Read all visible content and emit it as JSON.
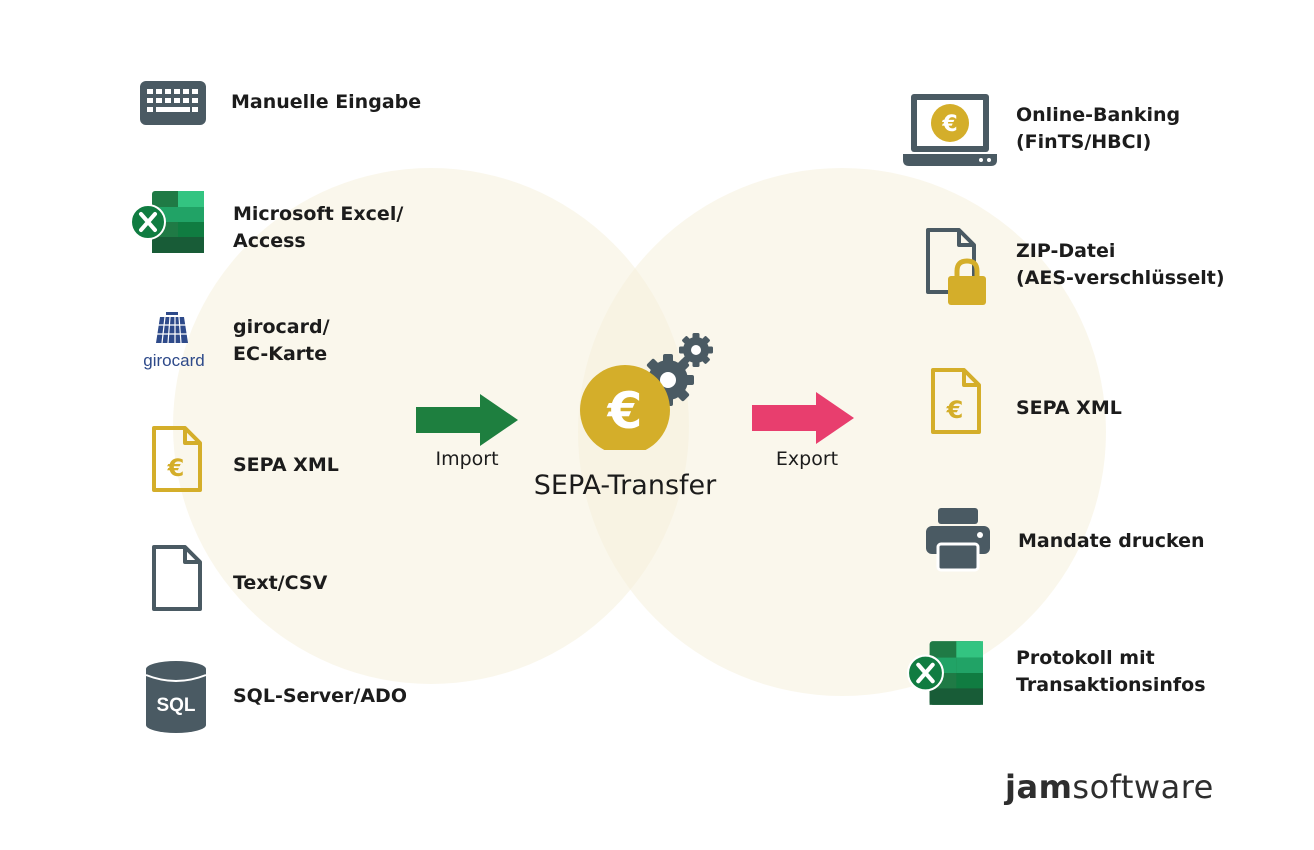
{
  "import": {
    "arrow_label": "Import",
    "sources": [
      {
        "lines": [
          "Manuelle Eingabe"
        ],
        "icon": "keyboard-icon"
      },
      {
        "lines": [
          "Microsoft Excel/",
          "Access"
        ],
        "icon": "excel-icon"
      },
      {
        "lines": [
          "girocard/",
          "EC-Karte"
        ],
        "icon": "girocard-icon",
        "icon_text": "girocard"
      },
      {
        "lines": [
          "SEPA XML"
        ],
        "icon": "sepa-xml-file-icon"
      },
      {
        "lines": [
          "Text/CSV"
        ],
        "icon": "text-file-icon"
      },
      {
        "lines": [
          "SQL-Server/ADO"
        ],
        "icon": "database-icon",
        "icon_text": "SQL"
      }
    ]
  },
  "center": {
    "title": "SEPA-Transfer",
    "icon": "euro-gears-icon"
  },
  "export": {
    "arrow_label": "Export",
    "targets": [
      {
        "lines": [
          "Online-Banking",
          "(FinTS/HBCI)"
        ],
        "icon": "laptop-euro-icon"
      },
      {
        "lines": [
          "ZIP-Datei",
          "(AES-verschlüsselt)"
        ],
        "icon": "locked-file-icon"
      },
      {
        "lines": [
          "SEPA XML"
        ],
        "icon": "sepa-xml-file-icon"
      },
      {
        "lines": [
          "Mandate drucken"
        ],
        "icon": "printer-icon"
      },
      {
        "lines": [
          "Protokoll mit",
          "Transaktionsinfos"
        ],
        "icon": "excel-icon"
      }
    ]
  },
  "logo": {
    "part1": "jam",
    "part2": "software"
  },
  "colors": {
    "icon_gray": "#4a5a63",
    "gold": "#d4ae2a",
    "excel_green": "#1f7a45",
    "import_arrow": "#1e7f3f",
    "export_arrow": "#e83e6e",
    "circle_fill": "#f7f3e3"
  }
}
